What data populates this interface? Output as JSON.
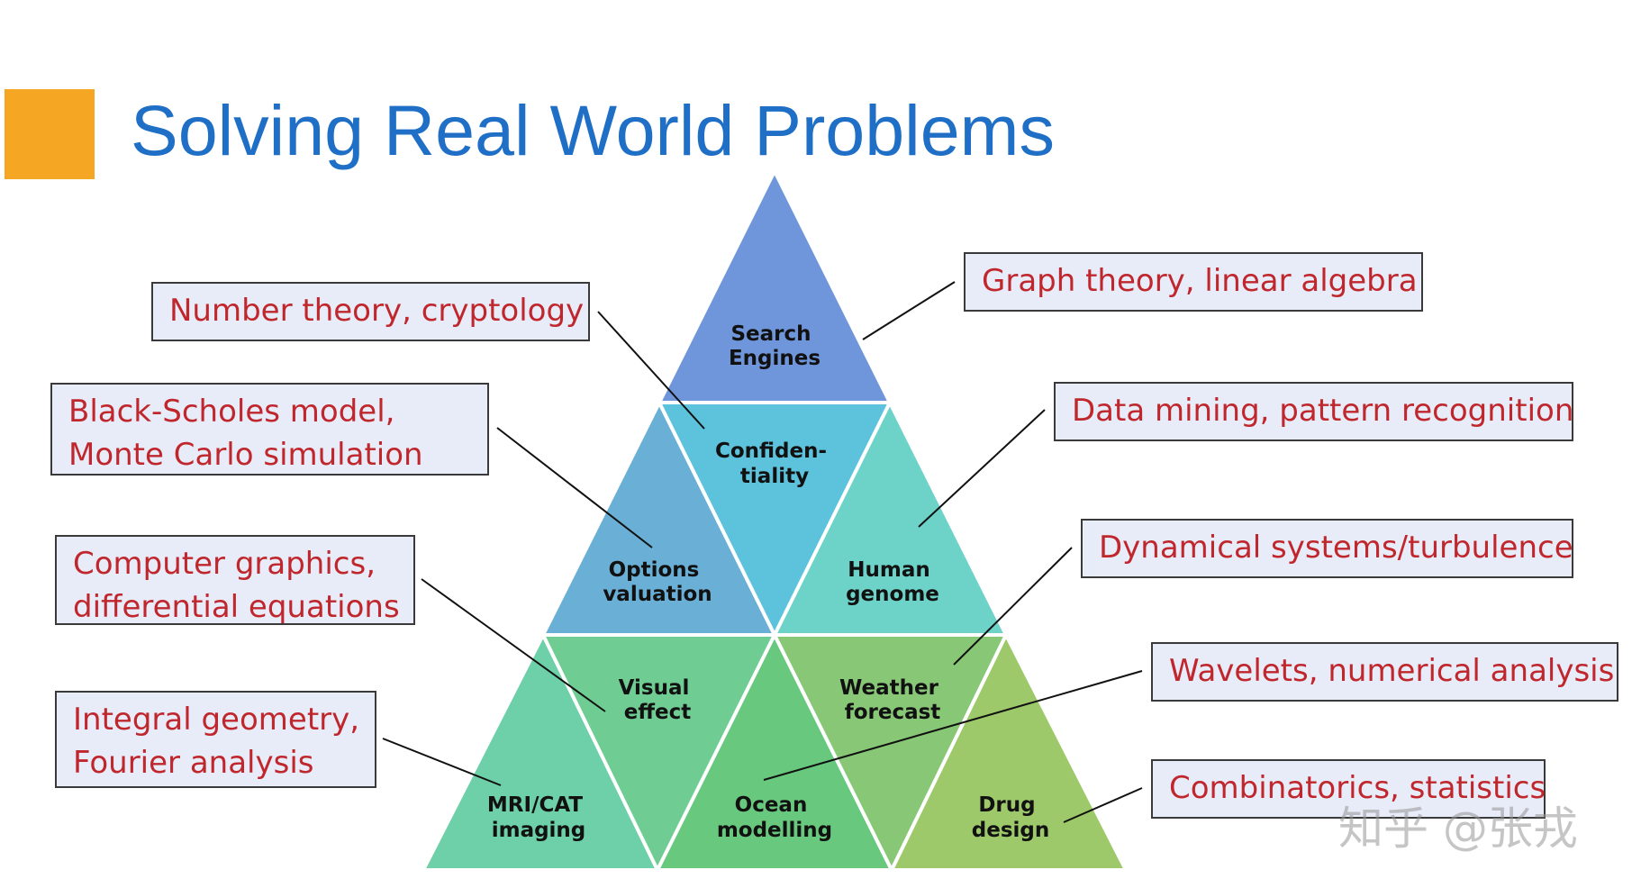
{
  "title": "Solving Real World Problems",
  "colors": {
    "accent": "#f5a623",
    "title": "#1f6fc6",
    "box_text": "#c0272d",
    "box_fill": "#e8ecf8"
  },
  "triangles": {
    "search": [
      "Search",
      "Engines"
    ],
    "confidentiality": [
      "Confiden-",
      "tiality"
    ],
    "options": [
      "Options",
      "valuation"
    ],
    "human": [
      "Human",
      "genome"
    ],
    "visual": [
      "Visual",
      "effect"
    ],
    "weather": [
      "Weather",
      "forecast"
    ],
    "mri": [
      "MRI/CAT",
      "imaging"
    ],
    "ocean": [
      "Ocean",
      "modelling"
    ],
    "drug": [
      "Drug",
      "design"
    ]
  },
  "boxes": {
    "number_theory": [
      "Number theory, cryptology"
    ],
    "black_scholes": [
      "Black-Scholes model,",
      "Monte Carlo simulation"
    ],
    "computer_graphics": [
      "Computer graphics,",
      "differential equations"
    ],
    "integral_geometry": [
      "Integral geometry,",
      "Fourier analysis"
    ],
    "graph_theory": [
      "Graph theory, linear algebra"
    ],
    "data_mining": [
      "Data mining, pattern recognition"
    ],
    "dynamical_systems": [
      "Dynamical systems/turbulence"
    ],
    "wavelets": [
      "Wavelets, numerical analysis"
    ],
    "combinatorics": [
      "Combinatorics, statistics"
    ]
  },
  "watermark": "知乎 @张戎"
}
